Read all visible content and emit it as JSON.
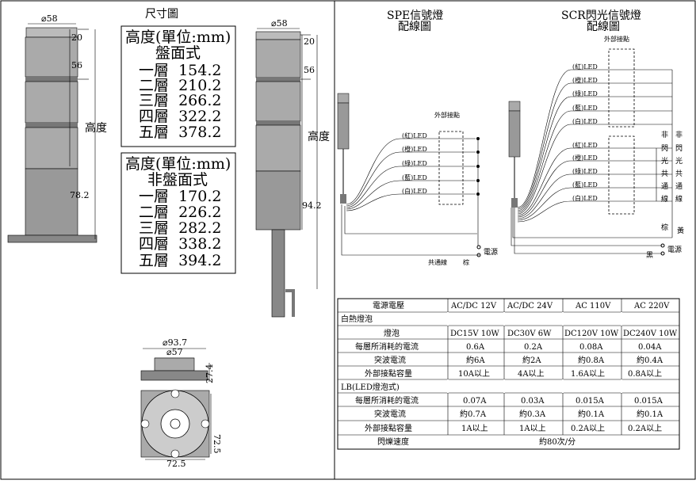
{
  "dims": {
    "title": "尺寸圖",
    "d58": "⌀58",
    "d93_7": "⌀93.7",
    "d57": "⌀57",
    "n20": "20",
    "n56": "56",
    "n78_2": "78.2",
    "n94_2": "94.2",
    "n27_4": "27.4",
    "n72_5": "72.5",
    "height_label": "高度"
  },
  "panel_box": {
    "header": "高度(單位:mm)",
    "sub": "盤面式",
    "rows": [
      "一層  154.2",
      "二層  210.2",
      "三層  266.2",
      "四層  322.2",
      "五層  378.2"
    ]
  },
  "nonpanel_box": {
    "header": "高度(單位:mm)",
    "sub": "非盤面式",
    "rows": [
      "一層  170.2",
      "二層  226.2",
      "三層  282.2",
      "四層  338.2",
      "五層  394.2"
    ]
  },
  "spe": {
    "title1": "SPE信號燈",
    "title2": "配線圖",
    "ext": "外部接點",
    "leds": [
      "(紅)LED",
      "(橙)LED",
      "(綠)LED",
      "(藍)LED",
      "(白)LED"
    ],
    "power": "電源",
    "common": "共通線",
    "brown": "棕"
  },
  "scr": {
    "title1": "SCR閃光信號燈",
    "title2": "配線圖",
    "ext": "外部接點",
    "leds": [
      "(紅)LED",
      "(橙)LED",
      "(綠)LED",
      "(藍)LED",
      "(白)LED"
    ],
    "leds2": [
      "(紅)LED",
      "(橙)LED",
      "(綠)LED",
      "(藍)LED",
      "(白)LED"
    ],
    "col1": [
      "非",
      "閃",
      "光",
      "共",
      "通",
      "線"
    ],
    "col2": [
      "閃",
      "光",
      "共",
      "通",
      "線"
    ],
    "col0": [
      "非"
    ],
    "brown": "棕",
    "yellow": "黃",
    "black": "黑",
    "power": "電源"
  },
  "table": {
    "headers": [
      "電源電壓",
      "AC/DC 12V",
      "AC/DC 24V",
      "AC 110V",
      "AC 220V"
    ],
    "section1": "白熱燈泡",
    "rows1": [
      [
        "燈泡",
        "DC15V 10W",
        "DC30V 6W",
        "DC120V 10W",
        "DC240V 10W"
      ],
      [
        "每層所消耗的電流",
        "0.6A",
        "0.2A",
        "0.08A",
        "0.04A"
      ],
      [
        "突波電流",
        "約6A",
        "約2A",
        "約0.8A",
        "約0.4A"
      ],
      [
        "外部接點容量",
        "10A以上",
        "4A以上",
        "1.6A以上",
        "0.8A以上"
      ]
    ],
    "section2": "LB(LED燈泡式)",
    "rows2": [
      [
        "每層所消耗的電流",
        "0.07A",
        "0.03A",
        "0.015A",
        "0.015A"
      ],
      [
        "突波電流",
        "約0.7A",
        "約0.3A",
        "約0.1A",
        "約0.1A"
      ],
      [
        "外部接點容量",
        "1A以上",
        "1A以上",
        "0.2A以上",
        "0.2A以上"
      ]
    ],
    "flash_label": "閃爍速度",
    "flash_value": "約80次/分"
  }
}
